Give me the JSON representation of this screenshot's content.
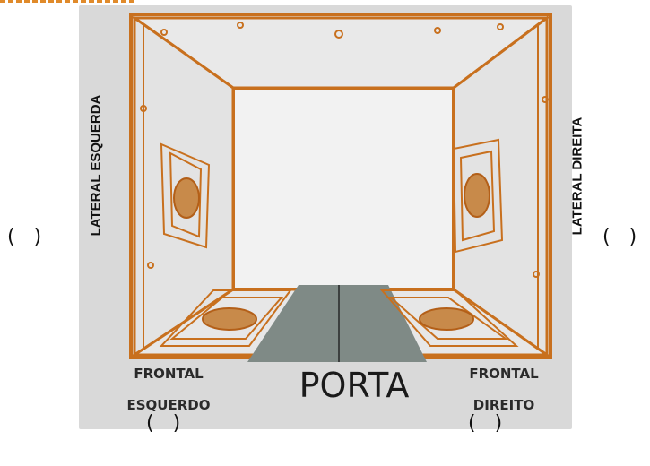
{
  "labels": {
    "lateral_left": "LATERAL ESQUERDA",
    "lateral_right": "LATERAL DIREITA",
    "frontal_left_line1": "FRONTAL",
    "frontal_left_line2": "ESQUERDO",
    "frontal_right_line1": "FRONTAL",
    "frontal_right_line2": "DIREITO",
    "porta": "PORTA"
  },
  "answer_blanks": {
    "left": "(   )",
    "right": "(   )",
    "bottom_left": "(   )",
    "bottom_right": "(   )"
  },
  "colors": {
    "outline": "#c8701e",
    "background": "#d9d9d9",
    "back_wall": "#f2f2f2",
    "door": "#7f8a86"
  }
}
